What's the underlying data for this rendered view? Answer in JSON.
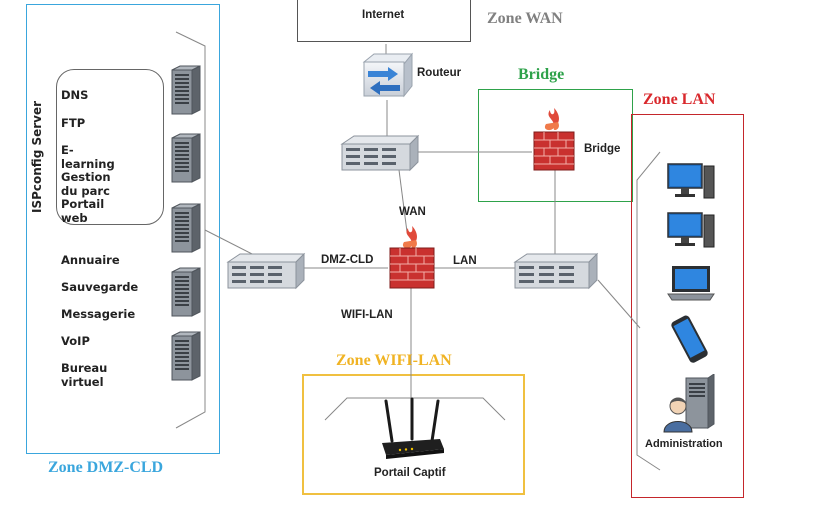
{
  "zones": {
    "wan": {
      "title": "Zone WAN",
      "color": "#808080"
    },
    "bridge": {
      "title": "Bridge",
      "color": "#2ea24a"
    },
    "lan": {
      "title": "Zone LAN",
      "color": "#d9282c"
    },
    "wifi": {
      "title": "Zone WIFI-LAN",
      "color": "#f0b323"
    },
    "dmz": {
      "title": "Zone DMZ-CLD",
      "color": "#3aa6dd"
    }
  },
  "nodes": {
    "internet": "Internet",
    "router": "Routeur",
    "bridge": "Bridge",
    "portal": "Portail Captif",
    "administration": "Administration"
  },
  "links": {
    "wan": "WAN",
    "dmz": "DMZ-CLD",
    "lan": "LAN",
    "wifi": "WIFI-LAN"
  },
  "dmz_panel": {
    "server_label": "ISPconfig Server",
    "hosted_services": [
      "DNS",
      "FTP",
      "E-learning",
      "Gestion du parc",
      "Portail web"
    ],
    "other_services": [
      "Annuaire",
      "Sauvegarde",
      "Messagerie",
      "VoIP",
      "Bureau virtuel"
    ]
  }
}
